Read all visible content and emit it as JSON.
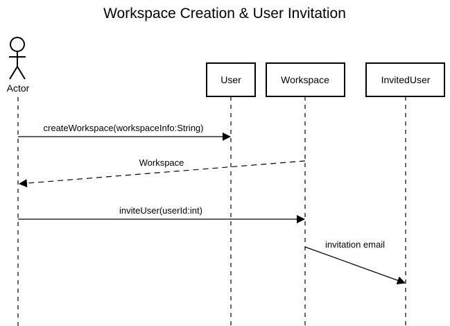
{
  "diagram": {
    "title": "Workspace Creation & User Invitation",
    "actor": {
      "label": "Actor"
    },
    "participants": [
      {
        "id": "user",
        "label": "User"
      },
      {
        "id": "workspace",
        "label": "Workspace"
      },
      {
        "id": "invited",
        "label": "InvitedUser"
      }
    ],
    "messages": [
      {
        "from": "actor",
        "to": "user",
        "label": "createWorkspace(workspaceInfo:String)",
        "style": "solid"
      },
      {
        "from": "workspace",
        "to": "actor",
        "label": "Workspace",
        "style": "dashed"
      },
      {
        "from": "actor",
        "to": "workspace",
        "label": "inviteUser(userId:int)",
        "style": "solid"
      },
      {
        "from": "workspace",
        "to": "invited",
        "label": "invitation email",
        "style": "solid"
      }
    ]
  }
}
